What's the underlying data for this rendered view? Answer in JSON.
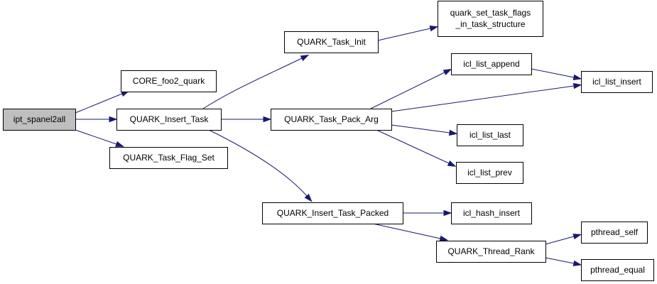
{
  "graph": {
    "edge_color": "#191970",
    "root_fill": "#bfbfbf",
    "nodes": [
      {
        "id": "ipt",
        "lines": [
          "ipt_spanel2all"
        ],
        "root": true
      },
      {
        "id": "core",
        "lines": [
          "CORE_foo2_quark"
        ]
      },
      {
        "id": "insert_task",
        "lines": [
          "QUARK_Insert_Task"
        ]
      },
      {
        "id": "flag_set",
        "lines": [
          "QUARK_Task_Flag_Set"
        ]
      },
      {
        "id": "task_init",
        "lines": [
          "QUARK_Task_Init"
        ]
      },
      {
        "id": "pack_arg",
        "lines": [
          "QUARK_Task_Pack_Arg"
        ]
      },
      {
        "id": "insert_packed",
        "lines": [
          "QUARK_Insert_Task_Packed"
        ]
      },
      {
        "id": "set_flags",
        "lines": [
          "quark_set_task_flags",
          "_in_task_structure"
        ]
      },
      {
        "id": "append",
        "lines": [
          "icl_list_append"
        ]
      },
      {
        "id": "list_insert",
        "lines": [
          "icl_list_insert"
        ]
      },
      {
        "id": "list_last",
        "lines": [
          "icl_list_last"
        ]
      },
      {
        "id": "list_prev",
        "lines": [
          "icl_list_prev"
        ]
      },
      {
        "id": "hash_insert",
        "lines": [
          "icl_hash_insert"
        ]
      },
      {
        "id": "thread_rank",
        "lines": [
          "QUARK_Thread_Rank"
        ]
      },
      {
        "id": "pthread_self",
        "lines": [
          "pthread_self"
        ]
      },
      {
        "id": "pthread_equal",
        "lines": [
          "pthread_equal"
        ]
      }
    ],
    "edges": [
      {
        "from": "ipt",
        "to": "core"
      },
      {
        "from": "ipt",
        "to": "insert_task"
      },
      {
        "from": "ipt",
        "to": "flag_set"
      },
      {
        "from": "insert_task",
        "to": "task_init"
      },
      {
        "from": "insert_task",
        "to": "pack_arg"
      },
      {
        "from": "insert_task",
        "to": "insert_packed"
      },
      {
        "from": "task_init",
        "to": "set_flags"
      },
      {
        "from": "pack_arg",
        "to": "append"
      },
      {
        "from": "pack_arg",
        "to": "list_insert"
      },
      {
        "from": "pack_arg",
        "to": "list_last"
      },
      {
        "from": "pack_arg",
        "to": "list_prev"
      },
      {
        "from": "append",
        "to": "list_insert"
      },
      {
        "from": "insert_packed",
        "to": "hash_insert"
      },
      {
        "from": "insert_packed",
        "to": "thread_rank"
      },
      {
        "from": "thread_rank",
        "to": "pthread_self"
      },
      {
        "from": "thread_rank",
        "to": "pthread_equal"
      }
    ]
  }
}
